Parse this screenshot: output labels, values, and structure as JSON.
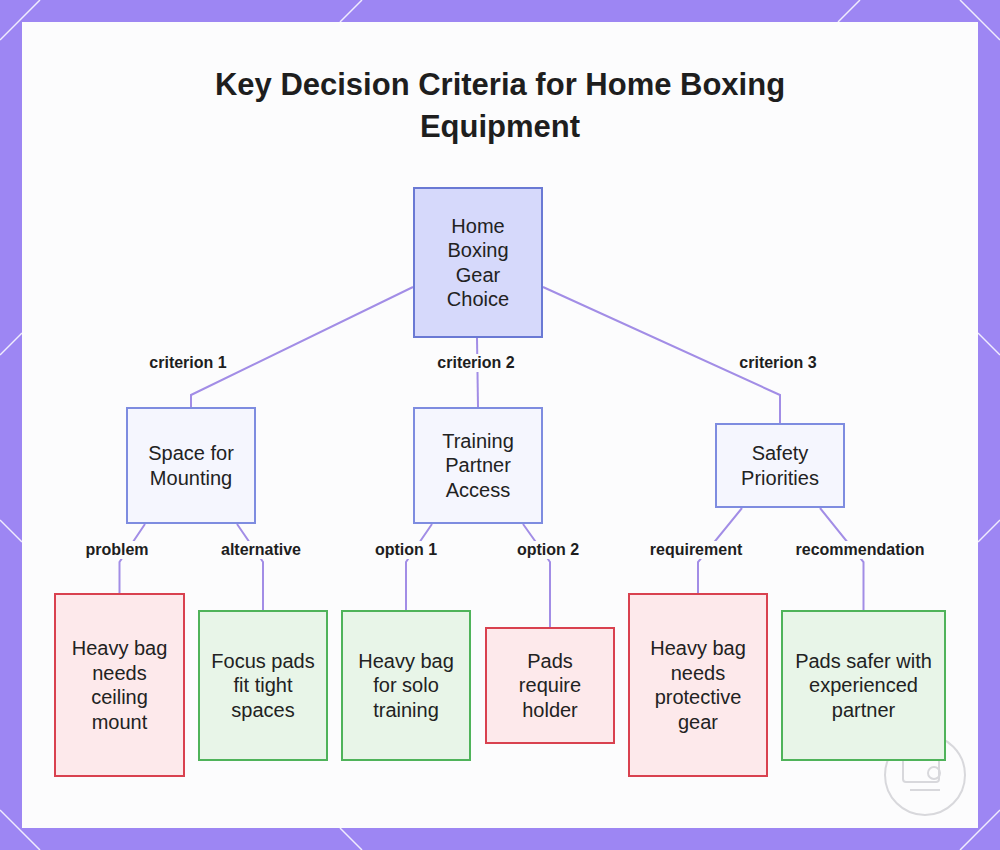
{
  "diagram": {
    "title": "Key Decision Criteria for Home Boxing Equipment",
    "nodes": [
      {
        "text": [
          "Home Boxing Gear Choice"
        ]
      },
      {
        "text": [
          "Space for Mounting"
        ]
      },
      {
        "text": [
          "Training Partner Access"
        ]
      },
      {
        "text": [
          "Safety Priorities"
        ]
      },
      {
        "text": [
          "Heavy bag needs ceiling mount"
        ]
      },
      {
        "text": [
          "Focus pads fit tight spaces"
        ]
      },
      {
        "text": [
          "Heavy bag for solo training"
        ]
      },
      {
        "text": [
          "Pads require holder"
        ]
      },
      {
        "text": [
          "Heavy bag needs protective gear"
        ]
      },
      {
        "text": [
          "Pads safer with experienced partner"
        ]
      }
    ],
    "edges": [
      {
        "from": 0,
        "to": 1,
        "label": "criterion 1",
        "arrow": "none"
      },
      {
        "from": 0,
        "to": 2,
        "label": "criterion 2",
        "arrow": "none"
      },
      {
        "from": 0,
        "to": 3,
        "label": "criterion 3",
        "arrow": "none"
      },
      {
        "from": 1,
        "to": 4,
        "label": "problem",
        "arrow": "none"
      },
      {
        "from": 1,
        "to": 5,
        "label": "alternative",
        "arrow": "none"
      },
      {
        "from": 2,
        "to": 6,
        "label": "option 1",
        "arrow": "none"
      },
      {
        "from": 2,
        "to": 7,
        "label": "option 2",
        "arrow": "none"
      },
      {
        "from": 3,
        "to": 8,
        "label": "requirement",
        "arrow": "none"
      },
      {
        "from": 3,
        "to": 9,
        "label": "recommendation",
        "arrow": "none"
      }
    ]
  }
}
